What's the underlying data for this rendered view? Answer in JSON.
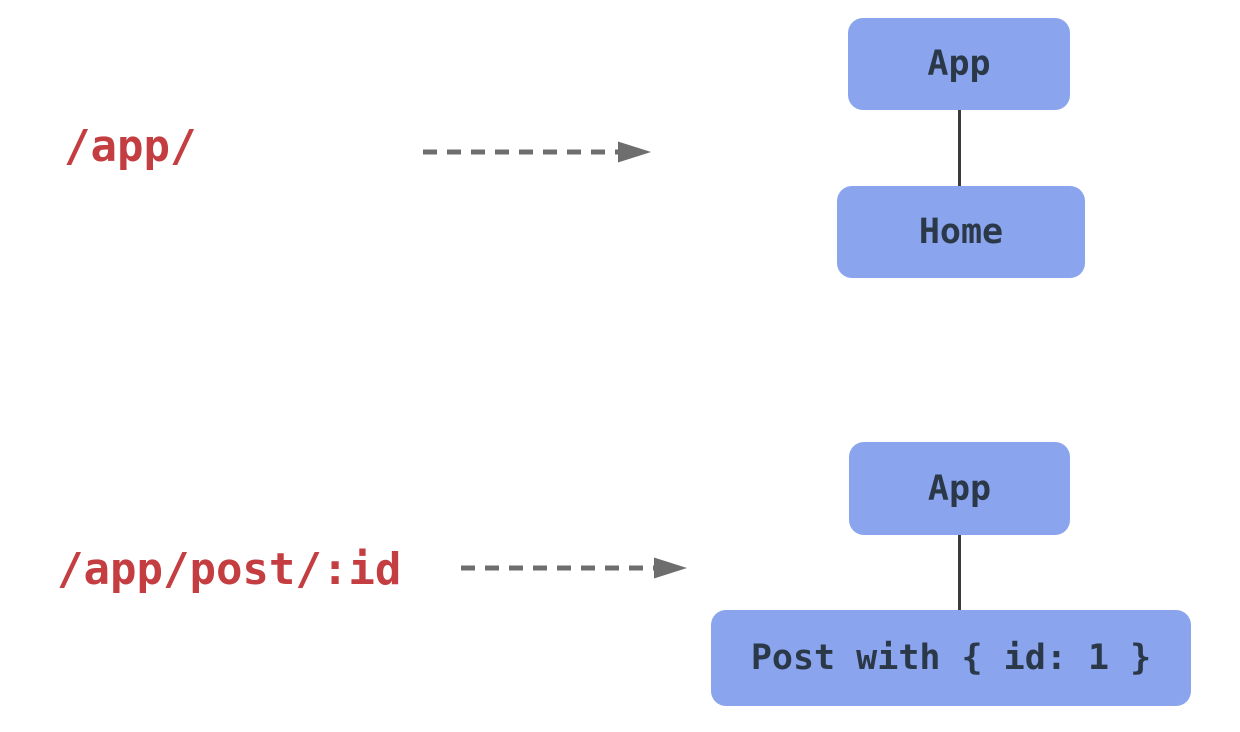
{
  "rows": [
    {
      "route": "/app/",
      "tree": {
        "root": "App",
        "child": "Home"
      }
    },
    {
      "route": "/app/post/:id",
      "tree": {
        "root": "App",
        "child": "Post with { id: 1 }"
      }
    }
  ],
  "icons": {
    "arrow": "dashed-right-arrow"
  },
  "colors": {
    "background": "#ffffff",
    "route_text": "#c43d40",
    "node_fill": "#8aa4ee",
    "node_text": "#2b3848",
    "arrow": "#6e6e6e",
    "connector": "#3a3a3a"
  }
}
